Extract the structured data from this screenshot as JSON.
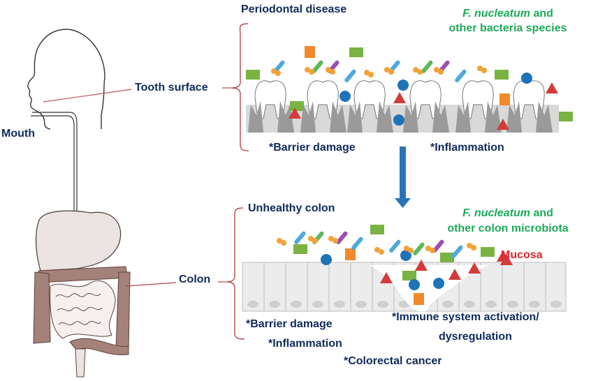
{
  "colors": {
    "label_navy": "#0f2a5c",
    "bacteria_green": "#1faa5a",
    "mucosa_red": "#e0242b",
    "bracket_line": "#b5474d",
    "arrow_blue": "#2a73b8",
    "colon_tissue": "#a58279"
  },
  "body": {
    "mouth_label": "Mouth",
    "tooth_surface_label": "Tooth surface",
    "colon_label": "Colon"
  },
  "oral": {
    "title": "Periodontal disease",
    "bacteria_line1_italic": "F. nucleatum",
    "bacteria_line1_rest": " and",
    "bacteria_line2": "other bacteria species",
    "effects": [
      "*Barrier damage",
      "*Inflammation"
    ]
  },
  "colon": {
    "title": "Unhealthy colon",
    "bacteria_line1_italic": "F. nucleatum",
    "bacteria_line1_rest": " and",
    "bacteria_line2": "other colon microbiota",
    "legend_mucosa": "Mucosa",
    "effects": [
      "*Barrier damage",
      "*Inflammation",
      "*Colorectal cancer"
    ],
    "immune_line1": "*Immune system activation/",
    "immune_line2": "dysregulation"
  },
  "icons": {
    "arrow": "down-arrow-icon",
    "microbe_shapes": [
      "green-rectangle",
      "orange-cube",
      "blue-circle",
      "red-triangle",
      "rod-bacterium",
      "cocci-cluster"
    ]
  }
}
